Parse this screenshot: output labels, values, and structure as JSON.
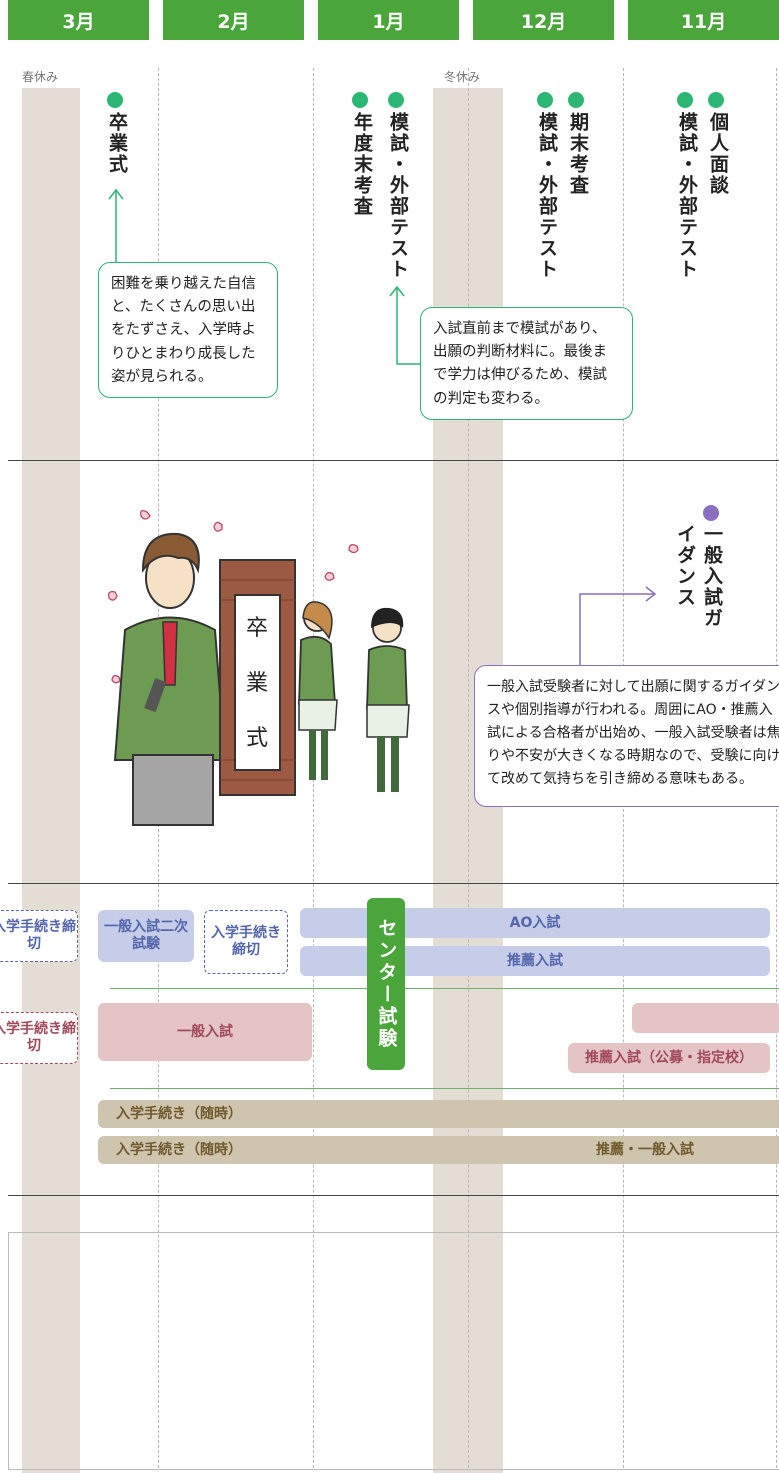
{
  "months": [
    "3月",
    "2月",
    "1月",
    "12月",
    "11月"
  ],
  "breaks": {
    "spring": "春休み",
    "winter": "冬休み"
  },
  "events": {
    "graduation": "卒業式",
    "mock_test_1": "模試・外部テスト",
    "year_end_exam": "年度末考査",
    "final_exam": "期末考査",
    "mock_test_12": "模試・外部テスト",
    "interview": "個人面談",
    "mock_test_11": "模試・外部テスト",
    "general_guidance": "一般入試ガイダンス"
  },
  "callouts": {
    "graduation": "困難を乗り越えた自信と、たくさんの思い出をたずさえ、入学時よりひとまわり成長した姿が見られる。",
    "mock_tests": "入試直前まで模試があり、出願の判断材料に。最後まで学力は伸びるため、模試の判定も変わる。",
    "guidance": "一般入試受験者に対して出願に関するガイダンスや個別指導が行われる。周囲にAO・推薦入試による合格者が出始め、一般入試受験者は焦りや不安が大きくなる時期なので、受験に向けて改めて気持ちを引き締める意味もある。"
  },
  "illustration": {
    "sign": [
      "卒",
      "業",
      "式"
    ]
  },
  "exams": {
    "national_deadline": "入学手続き締切",
    "general_second": "一般入試二次試験",
    "national_procedure_deadline": "入学手続き締切",
    "ao": "AO入試",
    "suisen": "推薦入試",
    "center_test": "センター試験",
    "private_deadline": "入学手続き締切",
    "general_private": "一般入試",
    "suisen_public": "推薦入試（公募・指定校）",
    "procedure_1": "入学手続き（随時）",
    "procedure_2": "入学手続き（随時）",
    "suisen_general": "推薦・一般入試"
  },
  "colors": {
    "green": "#4aa63a",
    "dot": "#2bb673",
    "purple": "#8a6fc0",
    "blue": "#c5cde9",
    "pink": "#e4c4c5",
    "tan": "#cfc4ad"
  }
}
